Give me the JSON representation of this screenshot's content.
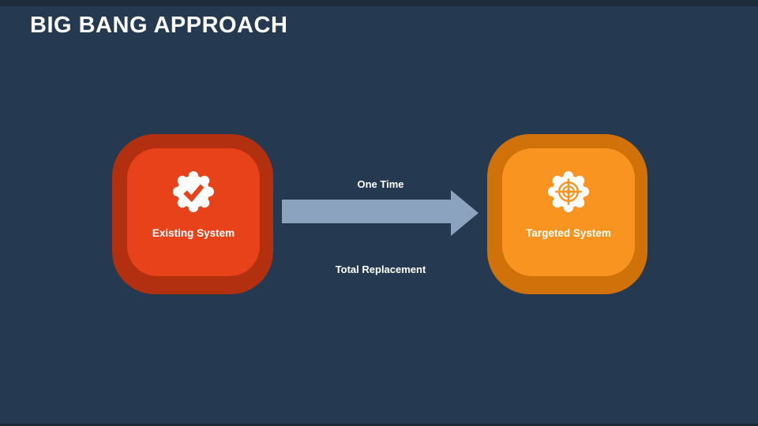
{
  "slide": {
    "title": "BIG BANG APPROACH"
  },
  "diagram": {
    "left_card": {
      "label": "Existing System",
      "icon": "gear-check-icon"
    },
    "right_card": {
      "label": "Targeted System",
      "icon": "gear-target-icon"
    },
    "arrow": {
      "direction": "right",
      "label_above": "One Time",
      "label_below": "Total Replacement"
    }
  },
  "colors": {
    "background": "#253a50",
    "top_strip": "#1d2b3a",
    "bottom_strip": "#1c2937",
    "title_text": "#ffffff",
    "label_text": "#ffffff",
    "arrow_fill": "#8ba3bf",
    "left_card_outer": "#b23010",
    "left_card_inner": "#e8421b",
    "right_card_outer": "#d07109",
    "right_card_inner": "#f8941f",
    "icon_fill": "#ffffff"
  }
}
